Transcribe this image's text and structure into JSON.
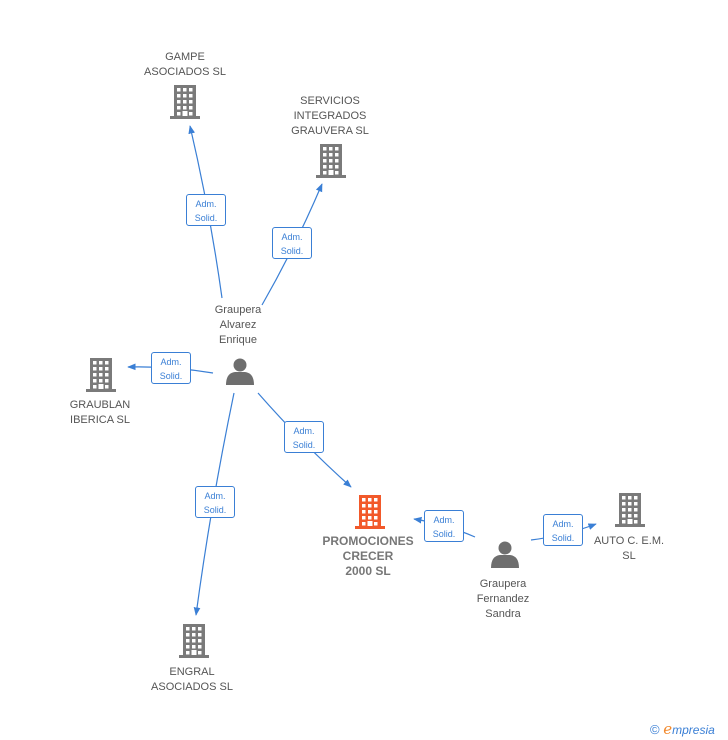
{
  "colors": {
    "edge": "#3a7fd5",
    "company": "#7a7a7a",
    "company_main": "#f2592a",
    "person": "#6e6e6e"
  },
  "nodes": [
    {
      "id": "gampe",
      "kind": "company",
      "label": [
        "GAMPE",
        "ASOCIADOS SL"
      ]
    },
    {
      "id": "servicios",
      "kind": "company",
      "label": [
        "SERVICIOS",
        "INTEGRADOS",
        "GRAUVERA SL"
      ]
    },
    {
      "id": "graublan",
      "kind": "company",
      "label": [
        "GRAUBLAN",
        "IBERICA SL"
      ]
    },
    {
      "id": "engral",
      "kind": "company",
      "label": [
        "ENGRAL",
        "ASOCIADOS SL"
      ]
    },
    {
      "id": "promociones",
      "kind": "company_main",
      "label": [
        "PROMOCIONES",
        "CRECER",
        "2000  SL"
      ]
    },
    {
      "id": "auto",
      "kind": "company",
      "label": [
        "AUTO C. E.M.",
        "SL"
      ]
    },
    {
      "id": "enrique",
      "kind": "person",
      "label": [
        "Graupera",
        "Alvarez",
        "Enrique"
      ]
    },
    {
      "id": "sandra",
      "kind": "person",
      "label": [
        "Graupera",
        "Fernandez",
        "Sandra"
      ]
    }
  ],
  "edges": [
    {
      "from": "enrique",
      "to": "gampe",
      "label": [
        "Adm.",
        "Solid."
      ]
    },
    {
      "from": "enrique",
      "to": "servicios",
      "label": [
        "Adm.",
        "Solid."
      ]
    },
    {
      "from": "enrique",
      "to": "graublan",
      "label": [
        "Adm.",
        "Solid."
      ]
    },
    {
      "from": "enrique",
      "to": "promociones",
      "label": [
        "Adm.",
        "Solid."
      ]
    },
    {
      "from": "enrique",
      "to": "engral",
      "label": [
        "Adm.",
        "Solid."
      ]
    },
    {
      "from": "sandra",
      "to": "promociones",
      "label": [
        "Adm.",
        "Solid."
      ]
    },
    {
      "from": "sandra",
      "to": "auto",
      "label": [
        "Adm.",
        "Solid."
      ]
    }
  ],
  "footer": {
    "copyright": "©",
    "brand_initial": "e",
    "brand_rest": "mpresia"
  }
}
